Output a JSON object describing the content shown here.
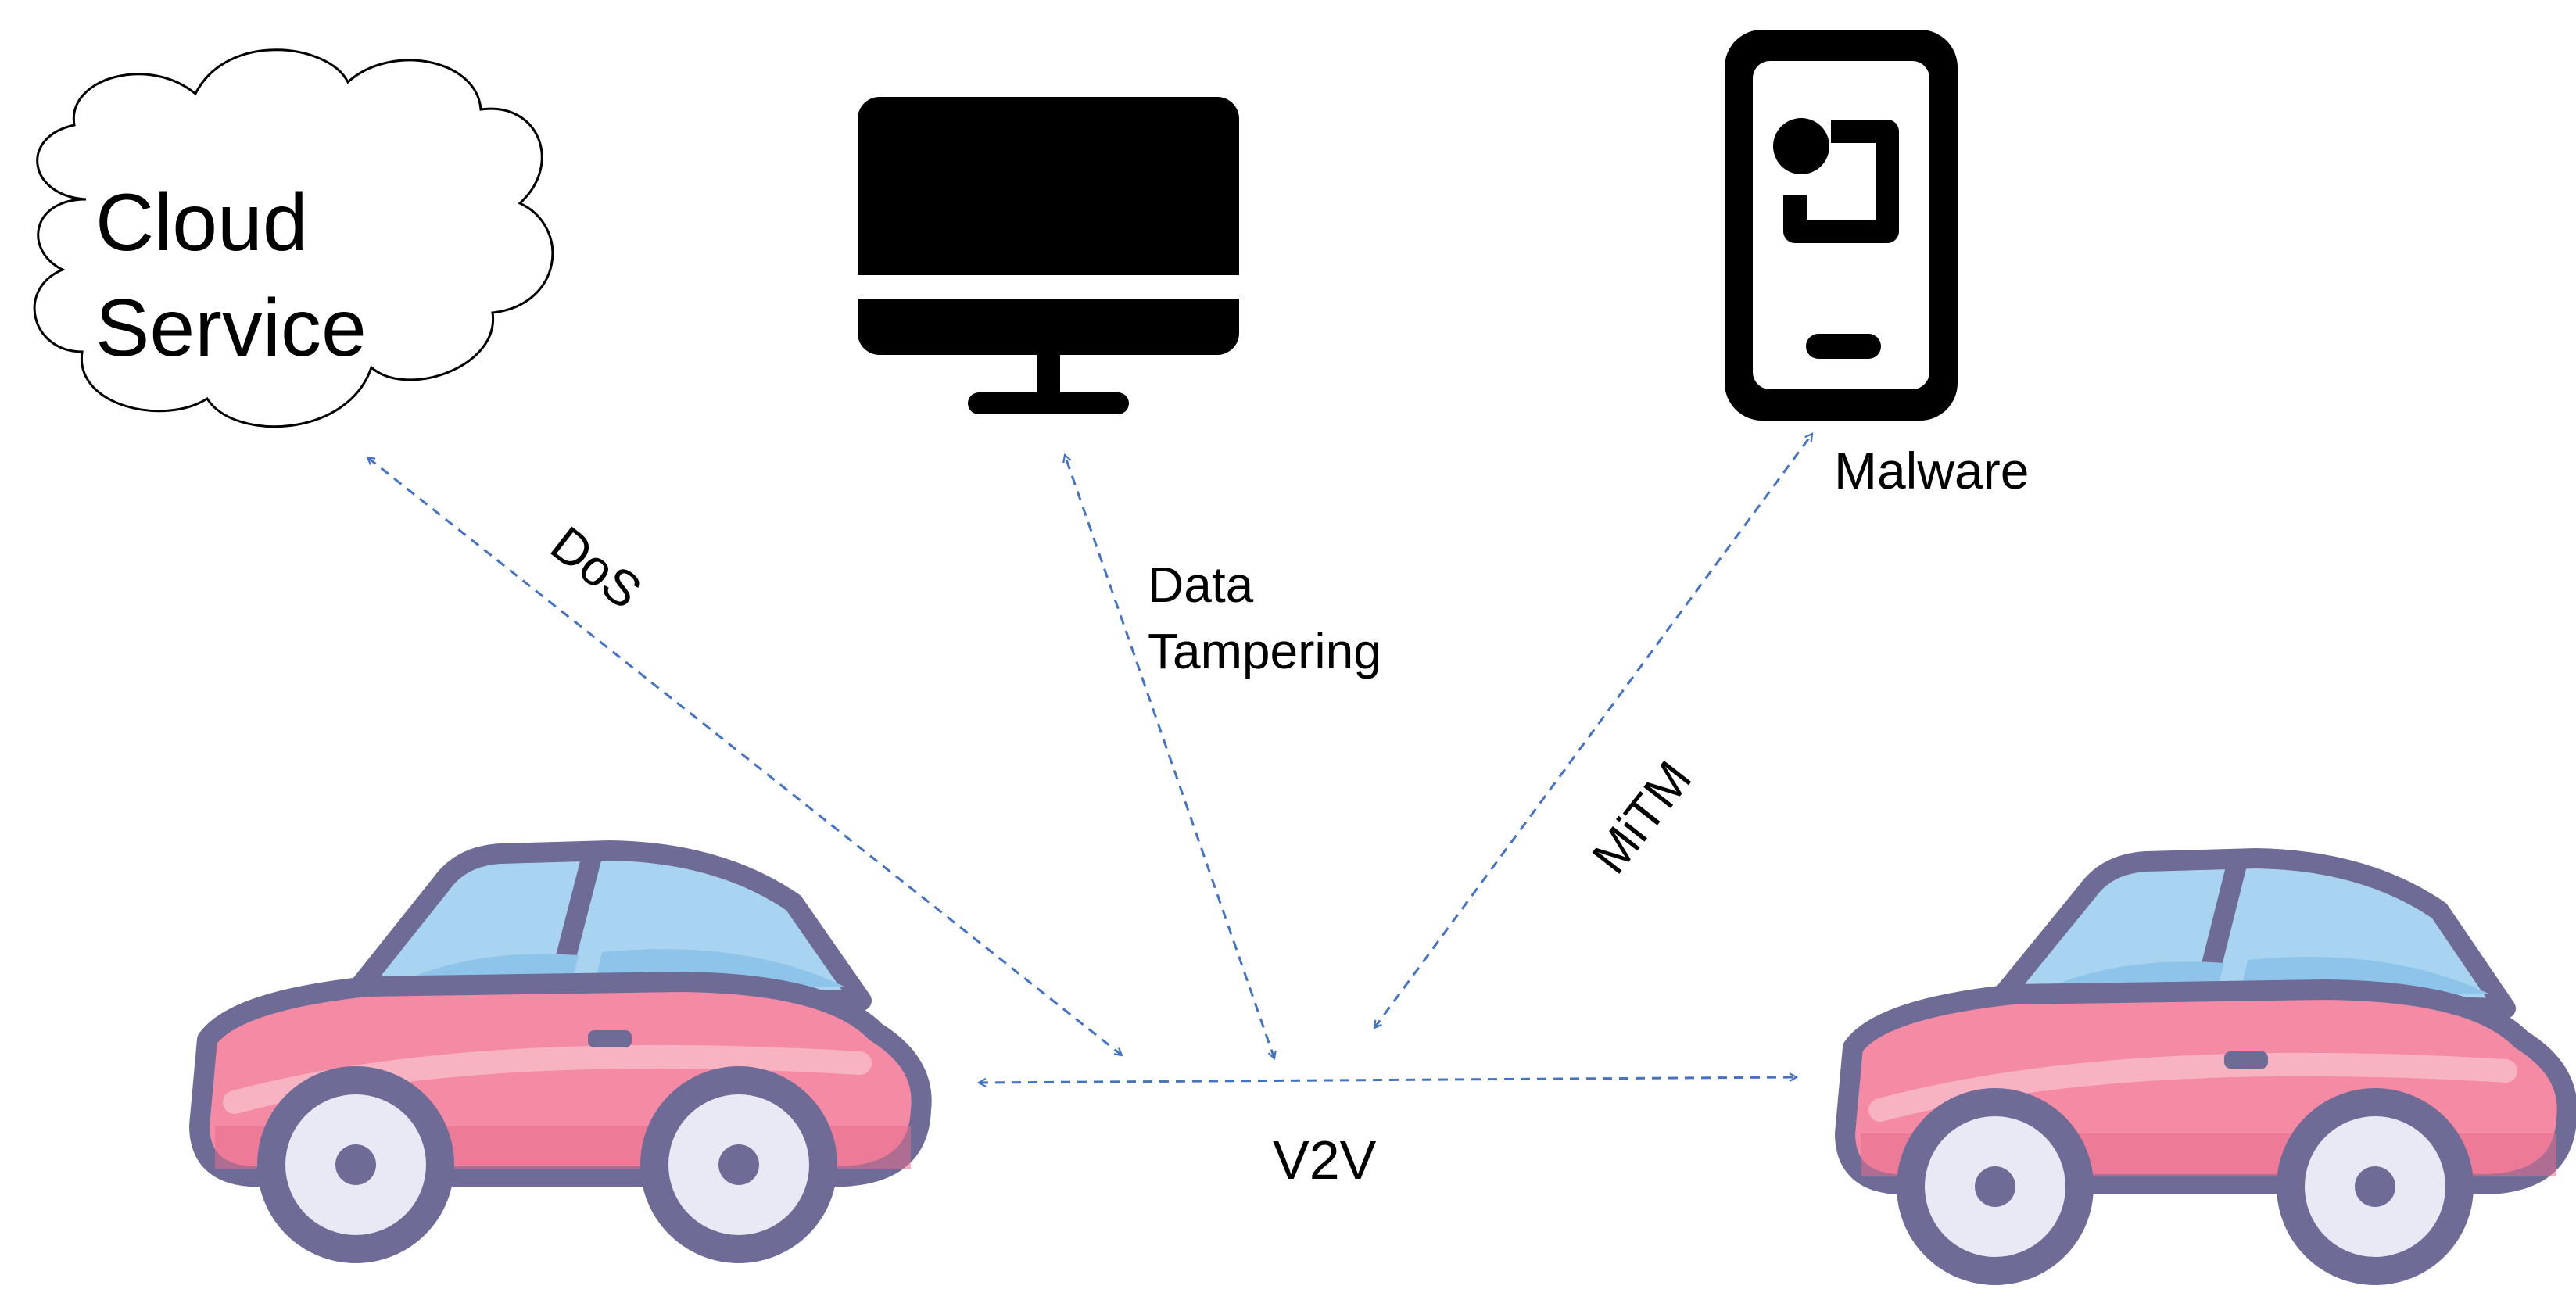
{
  "diagram": {
    "nodes": {
      "cloud": {
        "line1": "Cloud",
        "line2": "Service",
        "icon": "cloud-icon"
      },
      "monitor": {
        "icon": "monitor-icon"
      },
      "phone": {
        "icon": "smartphone-icon",
        "label": "Malware"
      },
      "car_left": {
        "icon": "car-icon"
      },
      "car_right": {
        "icon": "car-icon"
      }
    },
    "links": {
      "dos": "DoS",
      "data_tampering": {
        "line1": "Data",
        "line2": "Tampering"
      },
      "mitm": "MiTM",
      "v2v": "V2V"
    },
    "colors": {
      "arrow": "#4472c4",
      "car_body": "#f48aa3",
      "car_outline": "#6e6b96",
      "car_window": "#a8d4f2",
      "wheel_hub": "#e9e8f5"
    }
  }
}
